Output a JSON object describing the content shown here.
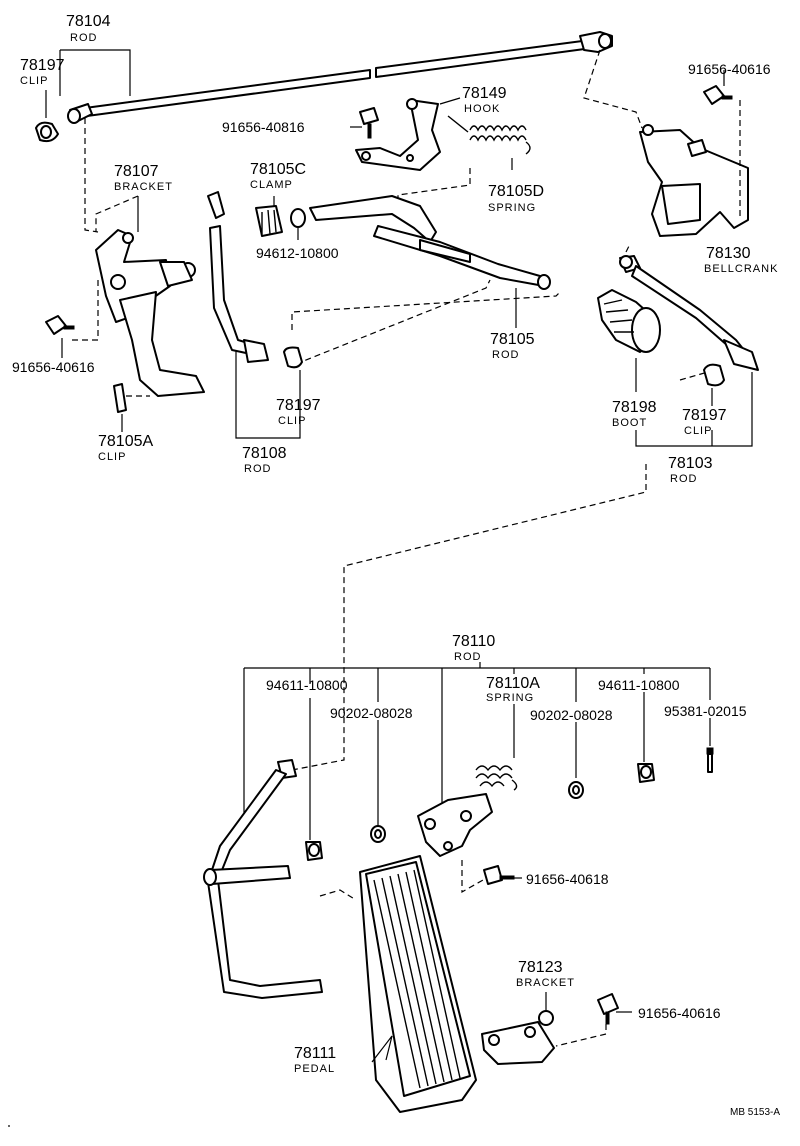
{
  "parts": {
    "p78104": {
      "number": "78104",
      "name": "ROD"
    },
    "p78197a": {
      "number": "78197",
      "name": "CLIP"
    },
    "p91656_40616a": {
      "number": "91656-40616"
    },
    "p78149": {
      "number": "78149",
      "name": "HOOK"
    },
    "p91656_40816": {
      "number": "91656-40816"
    },
    "p78107": {
      "number": "78107",
      "name": "BRACKET"
    },
    "p78105C": {
      "number": "78105C",
      "name": "CLAMP"
    },
    "p78105D": {
      "number": "78105D",
      "name": "SPRING"
    },
    "p78130": {
      "number": "78130",
      "name": "BELLCRANK"
    },
    "p94612": {
      "number": "94612-10800"
    },
    "p91656_40616b": {
      "number": "91656-40616"
    },
    "p78105": {
      "number": "78105",
      "name": "ROD"
    },
    "p78197b": {
      "number": "78197",
      "name": "CLIP"
    },
    "p78105A": {
      "number": "78105A",
      "name": "CLIP"
    },
    "p78108": {
      "number": "78108",
      "name": "ROD"
    },
    "p78198": {
      "number": "78198",
      "name": "BOOT"
    },
    "p78197c": {
      "number": "78197",
      "name": "CLIP"
    },
    "p78103": {
      "number": "78103",
      "name": "ROD"
    },
    "p78110": {
      "number": "78110",
      "name": "ROD"
    },
    "p94611a": {
      "number": "94611-10800"
    },
    "p78110A": {
      "number": "78110A",
      "name": "SPRING"
    },
    "p94611b": {
      "number": "94611-10800"
    },
    "p90202a": {
      "number": "90202-08028"
    },
    "p90202b": {
      "number": "90202-08028"
    },
    "p95381": {
      "number": "95381-02015"
    },
    "p91656_40618": {
      "number": "91656-40618"
    },
    "p78123": {
      "number": "78123",
      "name": "BRACKET"
    },
    "p91656_40616c": {
      "number": "91656-40616"
    },
    "p78111": {
      "number": "78111",
      "name": "PEDAL"
    }
  },
  "footer": {
    "code": "MB 5153-A"
  }
}
